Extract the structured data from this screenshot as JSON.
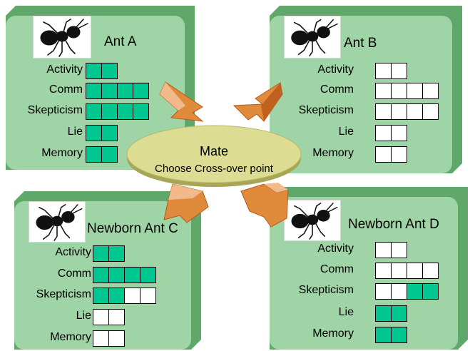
{
  "colors": {
    "panel_face": "#9fd4a6",
    "panel_side": "#5fa86a",
    "cell_on": "#00c890",
    "arrow": "#d9732a",
    "ellipse": "#d7d98a"
  },
  "icons": {
    "ant": "ant-icon"
  },
  "mate": {
    "title": "Mate",
    "subtitle": "Choose Cross-over point"
  },
  "ants": [
    {
      "name": "Ant A",
      "rows": [
        {
          "label": "Activity",
          "cells": [
            1,
            1
          ]
        },
        {
          "label": "Comm",
          "cells": [
            1,
            1,
            1,
            1
          ]
        },
        {
          "label": "Skepticism",
          "cells": [
            1,
            1,
            1,
            1
          ]
        },
        {
          "label": "Lie",
          "cells": [
            1,
            1
          ]
        },
        {
          "label": "Memory",
          "cells": [
            1,
            1
          ]
        }
      ]
    },
    {
      "name": "Ant B",
      "rows": [
        {
          "label": "Activity",
          "cells": [
            0,
            0
          ]
        },
        {
          "label": "Comm",
          "cells": [
            0,
            0,
            0,
            0
          ]
        },
        {
          "label": "Skepticism",
          "cells": [
            0,
            0,
            0,
            0
          ]
        },
        {
          "label": "Lie",
          "cells": [
            0,
            0
          ]
        },
        {
          "label": "Memory",
          "cells": [
            0,
            0
          ]
        }
      ]
    },
    {
      "name": "Newborn Ant C",
      "rows": [
        {
          "label": "Activity",
          "cells": [
            1,
            1
          ]
        },
        {
          "label": "Comm",
          "cells": [
            1,
            1,
            1,
            1
          ]
        },
        {
          "label": "Skepticism",
          "cells": [
            1,
            1,
            0,
            0
          ]
        },
        {
          "label": "Lie",
          "cells": [
            0,
            0
          ]
        },
        {
          "label": "Memory",
          "cells": [
            0,
            0
          ]
        }
      ]
    },
    {
      "name": "Newborn Ant D",
      "rows": [
        {
          "label": "Activity",
          "cells": [
            0,
            0
          ]
        },
        {
          "label": "Comm",
          "cells": [
            0,
            0,
            0,
            0
          ]
        },
        {
          "label": "Skepticism",
          "cells": [
            0,
            0,
            1,
            1
          ]
        },
        {
          "label": "Lie",
          "cells": [
            1,
            1
          ]
        },
        {
          "label": "Memory",
          "cells": [
            1,
            1
          ]
        }
      ]
    }
  ]
}
